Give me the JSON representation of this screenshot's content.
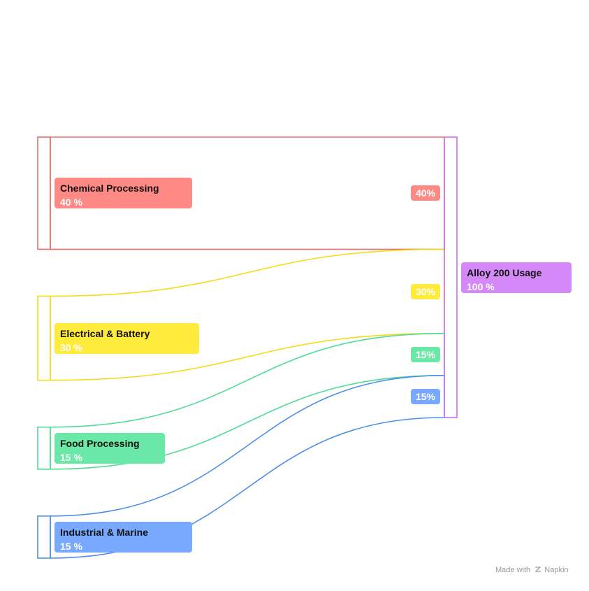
{
  "chart_data": {
    "type": "sankey",
    "target": {
      "name": "Alloy 200 Usage",
      "value_label": "100 %",
      "color": "#cc70f0",
      "label_color": "#d589f8"
    },
    "sources": [
      {
        "name": "Chemical Processing",
        "value": 40,
        "value_label": "40 %",
        "flow_label": "40%",
        "color": "#e8706c",
        "label_color": "#ff8a85"
      },
      {
        "name": "Electrical & Battery",
        "value": 30,
        "value_label": "30 %",
        "flow_label": "30%",
        "color": "#f2dc1a",
        "label_color": "#ffeb3b"
      },
      {
        "name": "Food Processing",
        "value": 15,
        "value_label": "15 %",
        "flow_label": "15%",
        "color": "#4fdc96",
        "label_color": "#69e8a7"
      },
      {
        "name": "Industrial & Marine",
        "value": 15,
        "value_label": "15 %",
        "flow_label": "15%",
        "color": "#4c8fea",
        "label_color": "#78a9ff"
      }
    ]
  },
  "watermark": {
    "prefix": "Made with",
    "brand": "Napkin"
  }
}
